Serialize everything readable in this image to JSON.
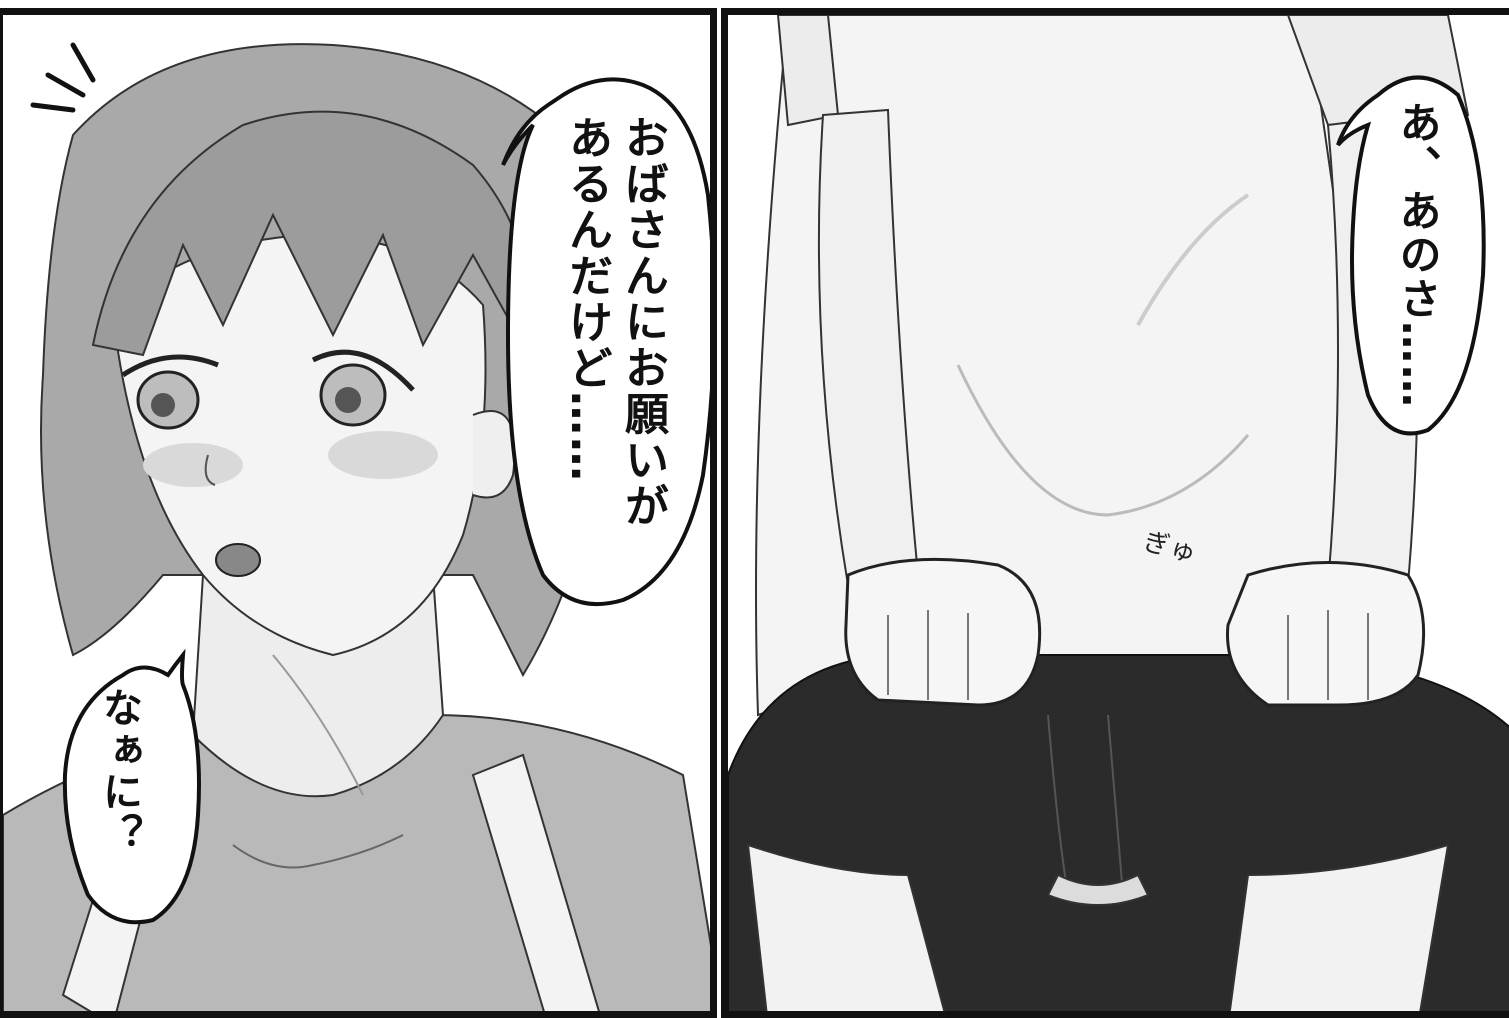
{
  "panels": {
    "left": {
      "bubble_main": "おばさんにお願いが\nあるんだけど……",
      "bubble_small": "なぁに？"
    },
    "right": {
      "bubble": "あ、あのさ……",
      "sfx": "ぎゅ"
    }
  }
}
